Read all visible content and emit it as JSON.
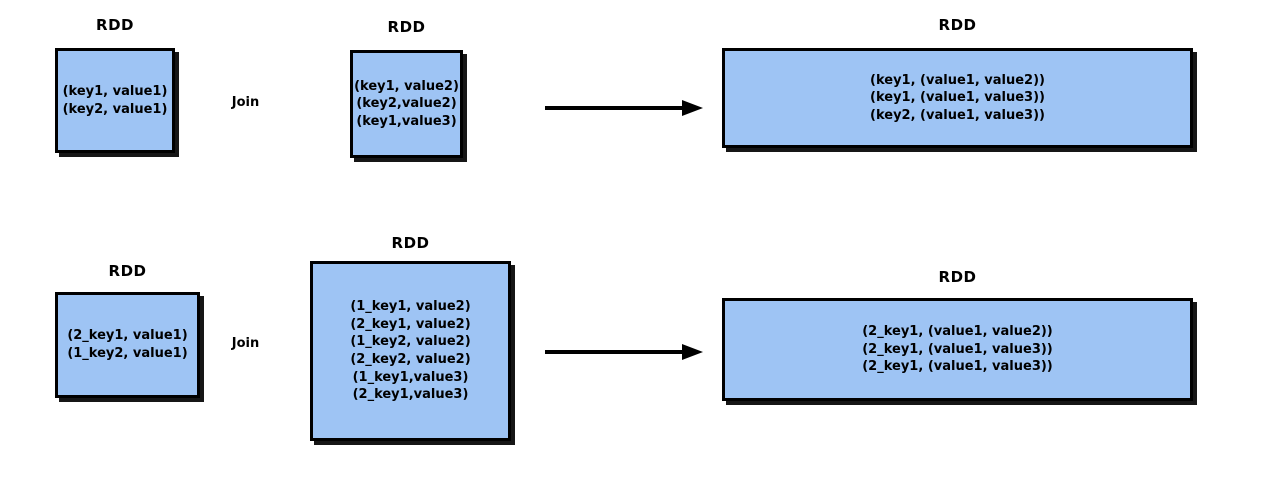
{
  "diagram": {
    "colors": {
      "background": "#ffffff",
      "box_fill": "#9ec4f4",
      "box_border": "#000000",
      "shadow": "#161616",
      "arrow": "#000000",
      "text": "#000000"
    },
    "rows": [
      {
        "left_box": {
          "title": "RDD",
          "lines": [
            "(key1, value1)",
            "(key2, value1)"
          ]
        },
        "join_label": "Join",
        "mid_box": {
          "title": "RDD",
          "lines": [
            "(key1, value2)",
            "(key2,value2)",
            "(key1,value3)"
          ]
        },
        "result_box": {
          "title": "RDD",
          "lines": [
            "(key1, (value1, value2))",
            "(key1, (value1, value3))",
            "(key2, (value1, value3))"
          ]
        }
      },
      {
        "left_box": {
          "title": "RDD",
          "lines": [
            "(2_key1, value1)",
            "(1_key2, value1)"
          ]
        },
        "join_label": "Join",
        "mid_box": {
          "title": "RDD",
          "lines": [
            "(1_key1, value2)",
            "(2_key1, value2)",
            "(1_key2, value2)",
            "(2_key2, value2)",
            "(1_key1,value3)",
            "(2_key1,value3)"
          ]
        },
        "result_box": {
          "title": "RDD",
          "lines": [
            "(2_key1, (value1, value2))",
            "(2_key1, (value1, value3))",
            "(2_key1, (value1, value3))"
          ]
        }
      }
    ]
  }
}
